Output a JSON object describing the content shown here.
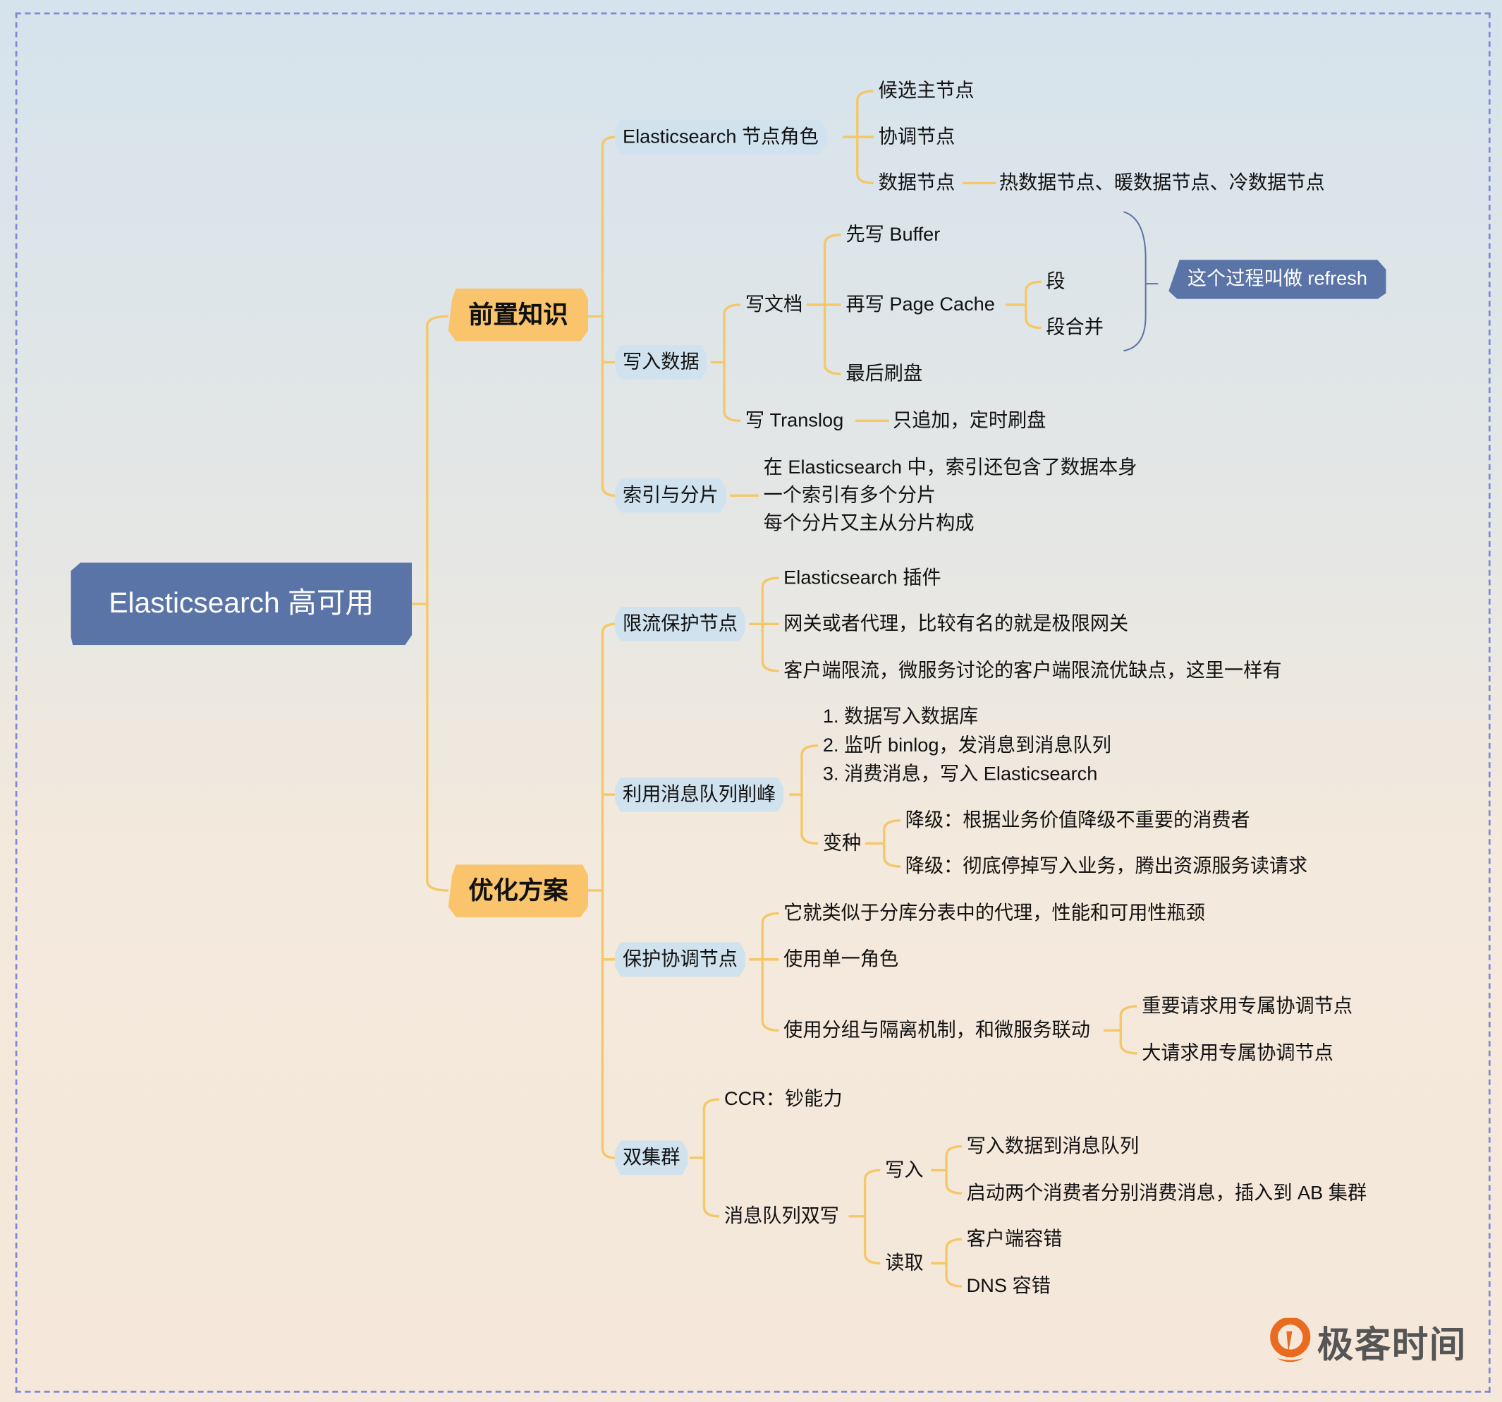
{
  "colors": {
    "root": "#5b74a8",
    "level1": "#f9c46b",
    "level2": "#cfe2ee",
    "connector": "#f5c767",
    "note_bracket": "#5b74a8",
    "border": "#8088d6"
  },
  "root": "Elasticsearch 高可用",
  "nodes": {
    "pre": "前置知识",
    "opt": "优化方案",
    "roles": "Elasticsearch 节点角色",
    "r1": "候选主节点",
    "r2": "协调节点",
    "r3": "数据节点",
    "r3a": "热数据节点、暖数据节点、冷数据节点",
    "write": "写入数据",
    "doc": "写文档",
    "d1": "先写 Buffer",
    "d2": "再写 Page Cache",
    "d2a": "段",
    "d2b": "段合并",
    "d3": "最后刷盘",
    "tl": "写 Translog",
    "tla": "只追加，定时刷盘",
    "idx": "索引与分片",
    "i1": "在 Elasticsearch 中，索引还包含了数据本身",
    "i2": "一个索引有多个分片",
    "i3": "每个分片又主从分片构成",
    "lim": "限流保护节点",
    "l1": "Elasticsearch 插件",
    "l2": "网关或者代理，比较有名的就是极限网关",
    "l3": "客户端限流，微服务讨论的客户端限流优缺点，这里一样有",
    "mq": "利用消息队列削峰",
    "m1": "1. 数据写入数据库",
    "m2": "2. 监听 binlog，发消息到消息队列",
    "m3": "3. 消费消息，写入 Elasticsearch",
    "var": "变种",
    "v1": "降级：根据业务价值降级不重要的消费者",
    "v2": "降级：彻底停掉写入业务，腾出资源服务读请求",
    "coord": "保护协调节点",
    "c1": "它就类似于分库分表中的代理，性能和可用性瓶颈",
    "c2": "使用单一角色",
    "c3": "使用分组与隔离机制，和微服务联动",
    "c3a": "重要请求用专属协调节点",
    "c3b": "大请求用专属协调节点",
    "dual": "双集群",
    "ccr": "CCR：钞能力",
    "mqw": "消息队列双写",
    "w": "写入",
    "w1": "写入数据到消息队列",
    "w2": "启动两个消费者分别消费消息，插入到 AB 集群",
    "rd": "读取",
    "rd1": "客户端容错",
    "rd2": "DNS 容错"
  },
  "note": "这个过程叫做 refresh",
  "logo": {
    "text": "极客时间",
    "icon": "geektime-logo-icon"
  }
}
